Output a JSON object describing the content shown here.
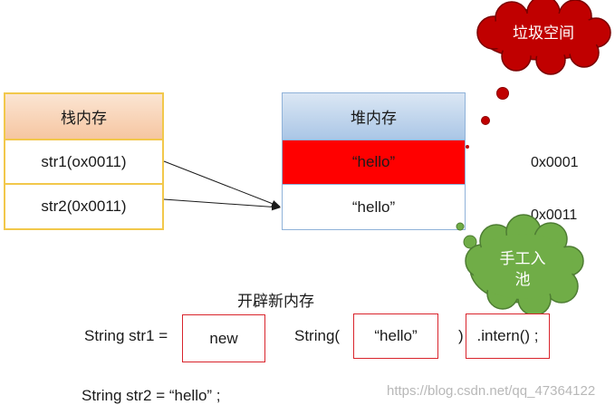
{
  "stack": {
    "header": "栈内存",
    "rows": [
      "str1(ox0011)",
      "str2(0x0011)"
    ]
  },
  "heap": {
    "header": "堆内存",
    "rows": [
      "“hello”",
      "“hello”"
    ]
  },
  "addresses": [
    "0x0001",
    "0x0011"
  ],
  "clouds": {
    "garbage": "垃圾空间",
    "pool_line1": "手工入",
    "pool_line2": "池"
  },
  "caption": "开辟新内存",
  "code1": {
    "prefix": "String  str1 =",
    "new_kw": "new",
    "ctor": "String(",
    "arg": "“hello”",
    "close": ")",
    "intern": ".intern() ;"
  },
  "code2": "String str2 = “hello” ;",
  "watermark": "https://blog.csdn.net/qq_47364122",
  "colors": {
    "heap_highlight": "#ff0000",
    "garbage_cloud": "#c00000",
    "pool_cloud": "#70ad47",
    "stack_border": "#f2c84b",
    "code_box_border": "#d9242c"
  }
}
